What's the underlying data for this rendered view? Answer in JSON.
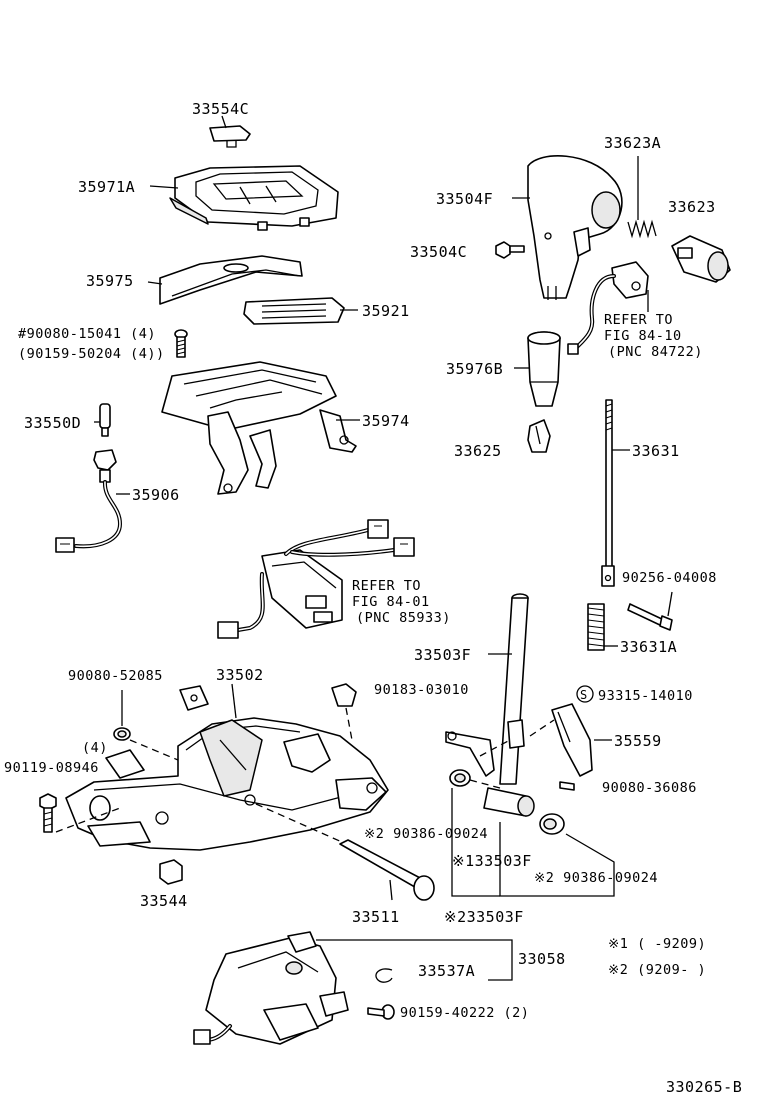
{
  "labels": {
    "p33554c": "33554C",
    "p35971a": "35971A",
    "p35975": "35975",
    "p35921": "35921",
    "p90080_15041": "#90080-15041 (4)",
    "p90159_50204": "(90159-50204 (4))",
    "p35974": "35974",
    "p33550d": "33550D",
    "p35906": "35906",
    "p33623a": "33623A",
    "p33504f": "33504F",
    "p33623": "33623",
    "p33504c": "33504C",
    "refer_fig8410_l1": "REFER TO",
    "refer_fig8410_l2": "FIG 84-10",
    "refer_fig8410_l3": "(PNC 84722)",
    "p35976b": "35976B",
    "p33625": "33625",
    "p33631": "33631",
    "refer_fig8401_l1": "REFER TO",
    "refer_fig8401_l2": "FIG 84-01",
    "refer_fig8401_l3": "(PNC 85933)",
    "p90256_04008": "90256-04008",
    "p33631a": "33631A",
    "p33503f": "33503F",
    "p90080_52085": "90080-52085",
    "p33502": "33502",
    "p90183_03010": "90183-03010",
    "p93315_14010": "93315-14010",
    "qty4": "(4)",
    "p90119_08946": "90119-08946",
    "p35559": "35559",
    "p90080_36086": "90080-36086",
    "p90386_09024_a": "※2 90386-09024",
    "p33503f_1": "※133503F",
    "p90386_09024_b": "※2 90386-09024",
    "p33544": "33544",
    "p33511": "33511",
    "p33503f_2": "※233503F",
    "p33058": "33058",
    "p33537a": "33537A",
    "p90159_40222": "90159-40222 (2)",
    "note1": "※1 (      -9209)",
    "note2": "※2 (9209-      )",
    "fig_code": "330265-B"
  }
}
